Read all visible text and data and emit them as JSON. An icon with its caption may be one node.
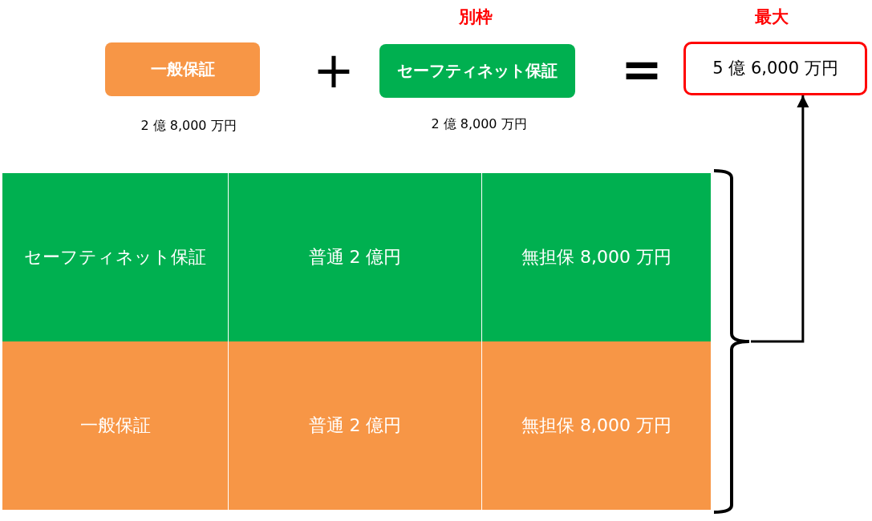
{
  "diagram": {
    "nodes": [
      {
        "text": [
          "一般保証"
        ],
        "beside": [
          "2 億 8,000 万円"
        ]
      },
      {
        "text": [
          "セーフティネット保証"
        ],
        "beside": [
          "別枠",
          "2 億 8,000 万円"
        ]
      },
      {
        "text": [
          "5 億 6,000 万円"
        ],
        "beside": [
          "最大"
        ]
      },
      {
        "text": [
          "セーフティネット保証"
        ]
      },
      {
        "text": [
          "普通 2 億円"
        ]
      },
      {
        "text": [
          "無担保 8,000 万円"
        ]
      },
      {
        "text": [
          "一般保証"
        ]
      },
      {
        "text": [
          "普通 2 億円"
        ]
      },
      {
        "text": [
          "無担保 8,000 万円"
        ]
      },
      {
        "text": [],
        "shape": "bracket"
      }
    ],
    "edges": [
      {
        "from": 9,
        "to": 2,
        "arrow": "to"
      }
    ],
    "labels": [
      "+",
      "="
    ]
  }
}
